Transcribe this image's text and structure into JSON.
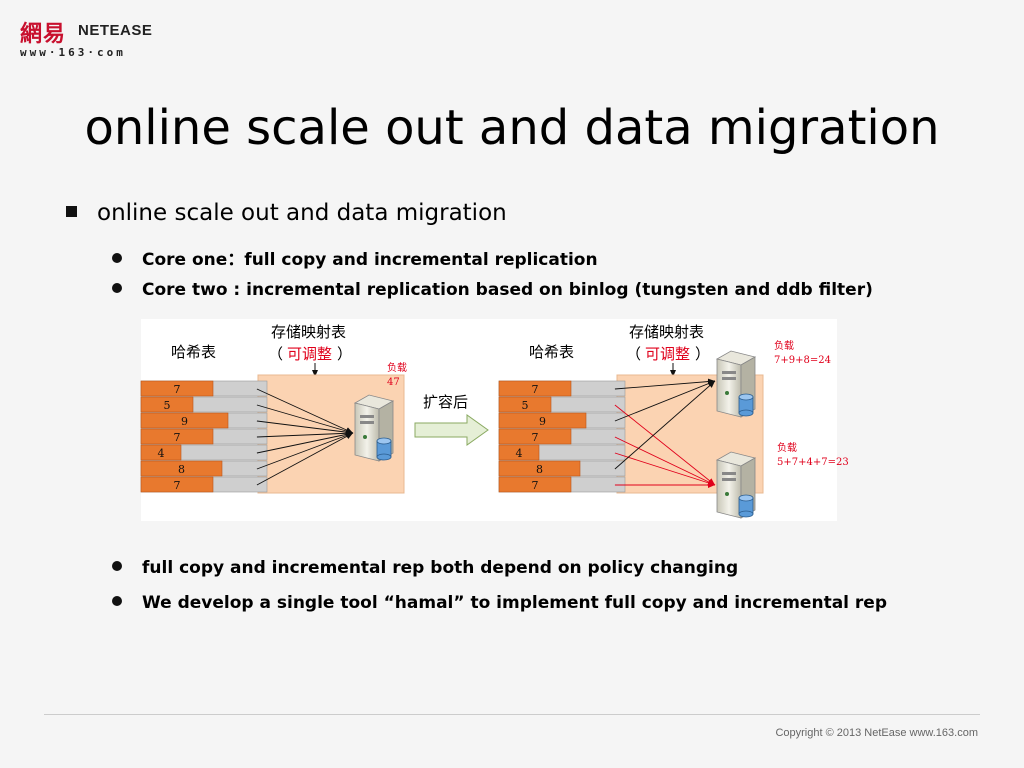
{
  "logo": {
    "chinese": "網易",
    "brand": "NETEASE",
    "url": "www·163·com"
  },
  "title": "online scale out and data migration",
  "bullet_main": "online scale out and data migration",
  "bullets_top": [
    "Core one：full copy and incremental replication",
    "Core two : incremental replication based on binlog (tungsten and ddb filter)"
  ],
  "bullets_bottom": [
    "full copy and incremental rep both depend on policy changing",
    "We develop a single tool “hamal” to implement full copy and incremental rep"
  ],
  "diagram": {
    "left": {
      "hash_table_label": "哈希表",
      "mapping_label_prefix": "存储映射表",
      "adjustable_label": "可调整",
      "paren_open": "（",
      "paren_close": "）",
      "load_label": "负载",
      "load_value": "47",
      "rows": [
        "7",
        "5",
        "9",
        "7",
        "4",
        "8",
        "7"
      ],
      "fill": [
        0.57,
        0.41,
        0.69,
        0.57,
        0.32,
        0.64,
        0.57
      ]
    },
    "arrow_label": "扩容后",
    "right": {
      "hash_table_label": "哈希表",
      "mapping_label_prefix": "存储映射表",
      "adjustable_label": "可调整",
      "paren_open": "（",
      "paren_close": "）",
      "load1_label": "负载",
      "load1_value": "7+9+8=24",
      "load2_label": "负载",
      "load2_value": "5+7+4+7=23",
      "rows": [
        "7",
        "5",
        "9",
        "7",
        "4",
        "8",
        "7"
      ],
      "fill": [
        0.57,
        0.41,
        0.69,
        0.57,
        0.32,
        0.64,
        0.57
      ]
    },
    "colors": {
      "orange": "#e8792e",
      "peach": "#fbd3b2",
      "gray": "#cfcfcf",
      "red": "#e0001b",
      "arrow_fill": "#e5efd6",
      "arrow_stroke": "#8aaa62"
    }
  },
  "footer": {
    "copyright": "Copyright © 2013 NetEase www.163.com"
  }
}
